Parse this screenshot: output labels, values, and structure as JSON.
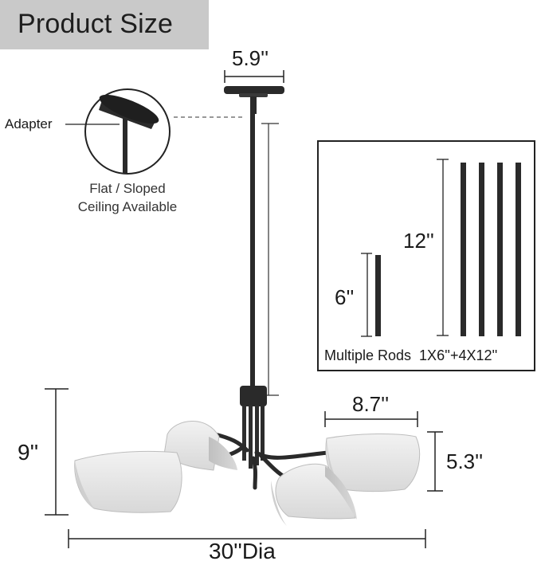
{
  "header": {
    "title": "Product Size"
  },
  "canopy": {
    "width_label": "5.9''"
  },
  "adapter": {
    "label": "Adapter",
    "caption_line1": "Flat / Sloped",
    "caption_line2": "Ceiling Available"
  },
  "rods": {
    "short_label": "6''",
    "long_label": "12''",
    "caption": "Multiple Rods  1X6''+4X12''"
  },
  "dimensions": {
    "height_label": "9''",
    "shade_width_label": "8.7''",
    "shade_height_label": "5.3''",
    "diameter_label": "30''Dia"
  },
  "colors": {
    "header_band": "#c9c9c9",
    "metal": "#2a2a2a",
    "shade": "#e6e6e6"
  }
}
